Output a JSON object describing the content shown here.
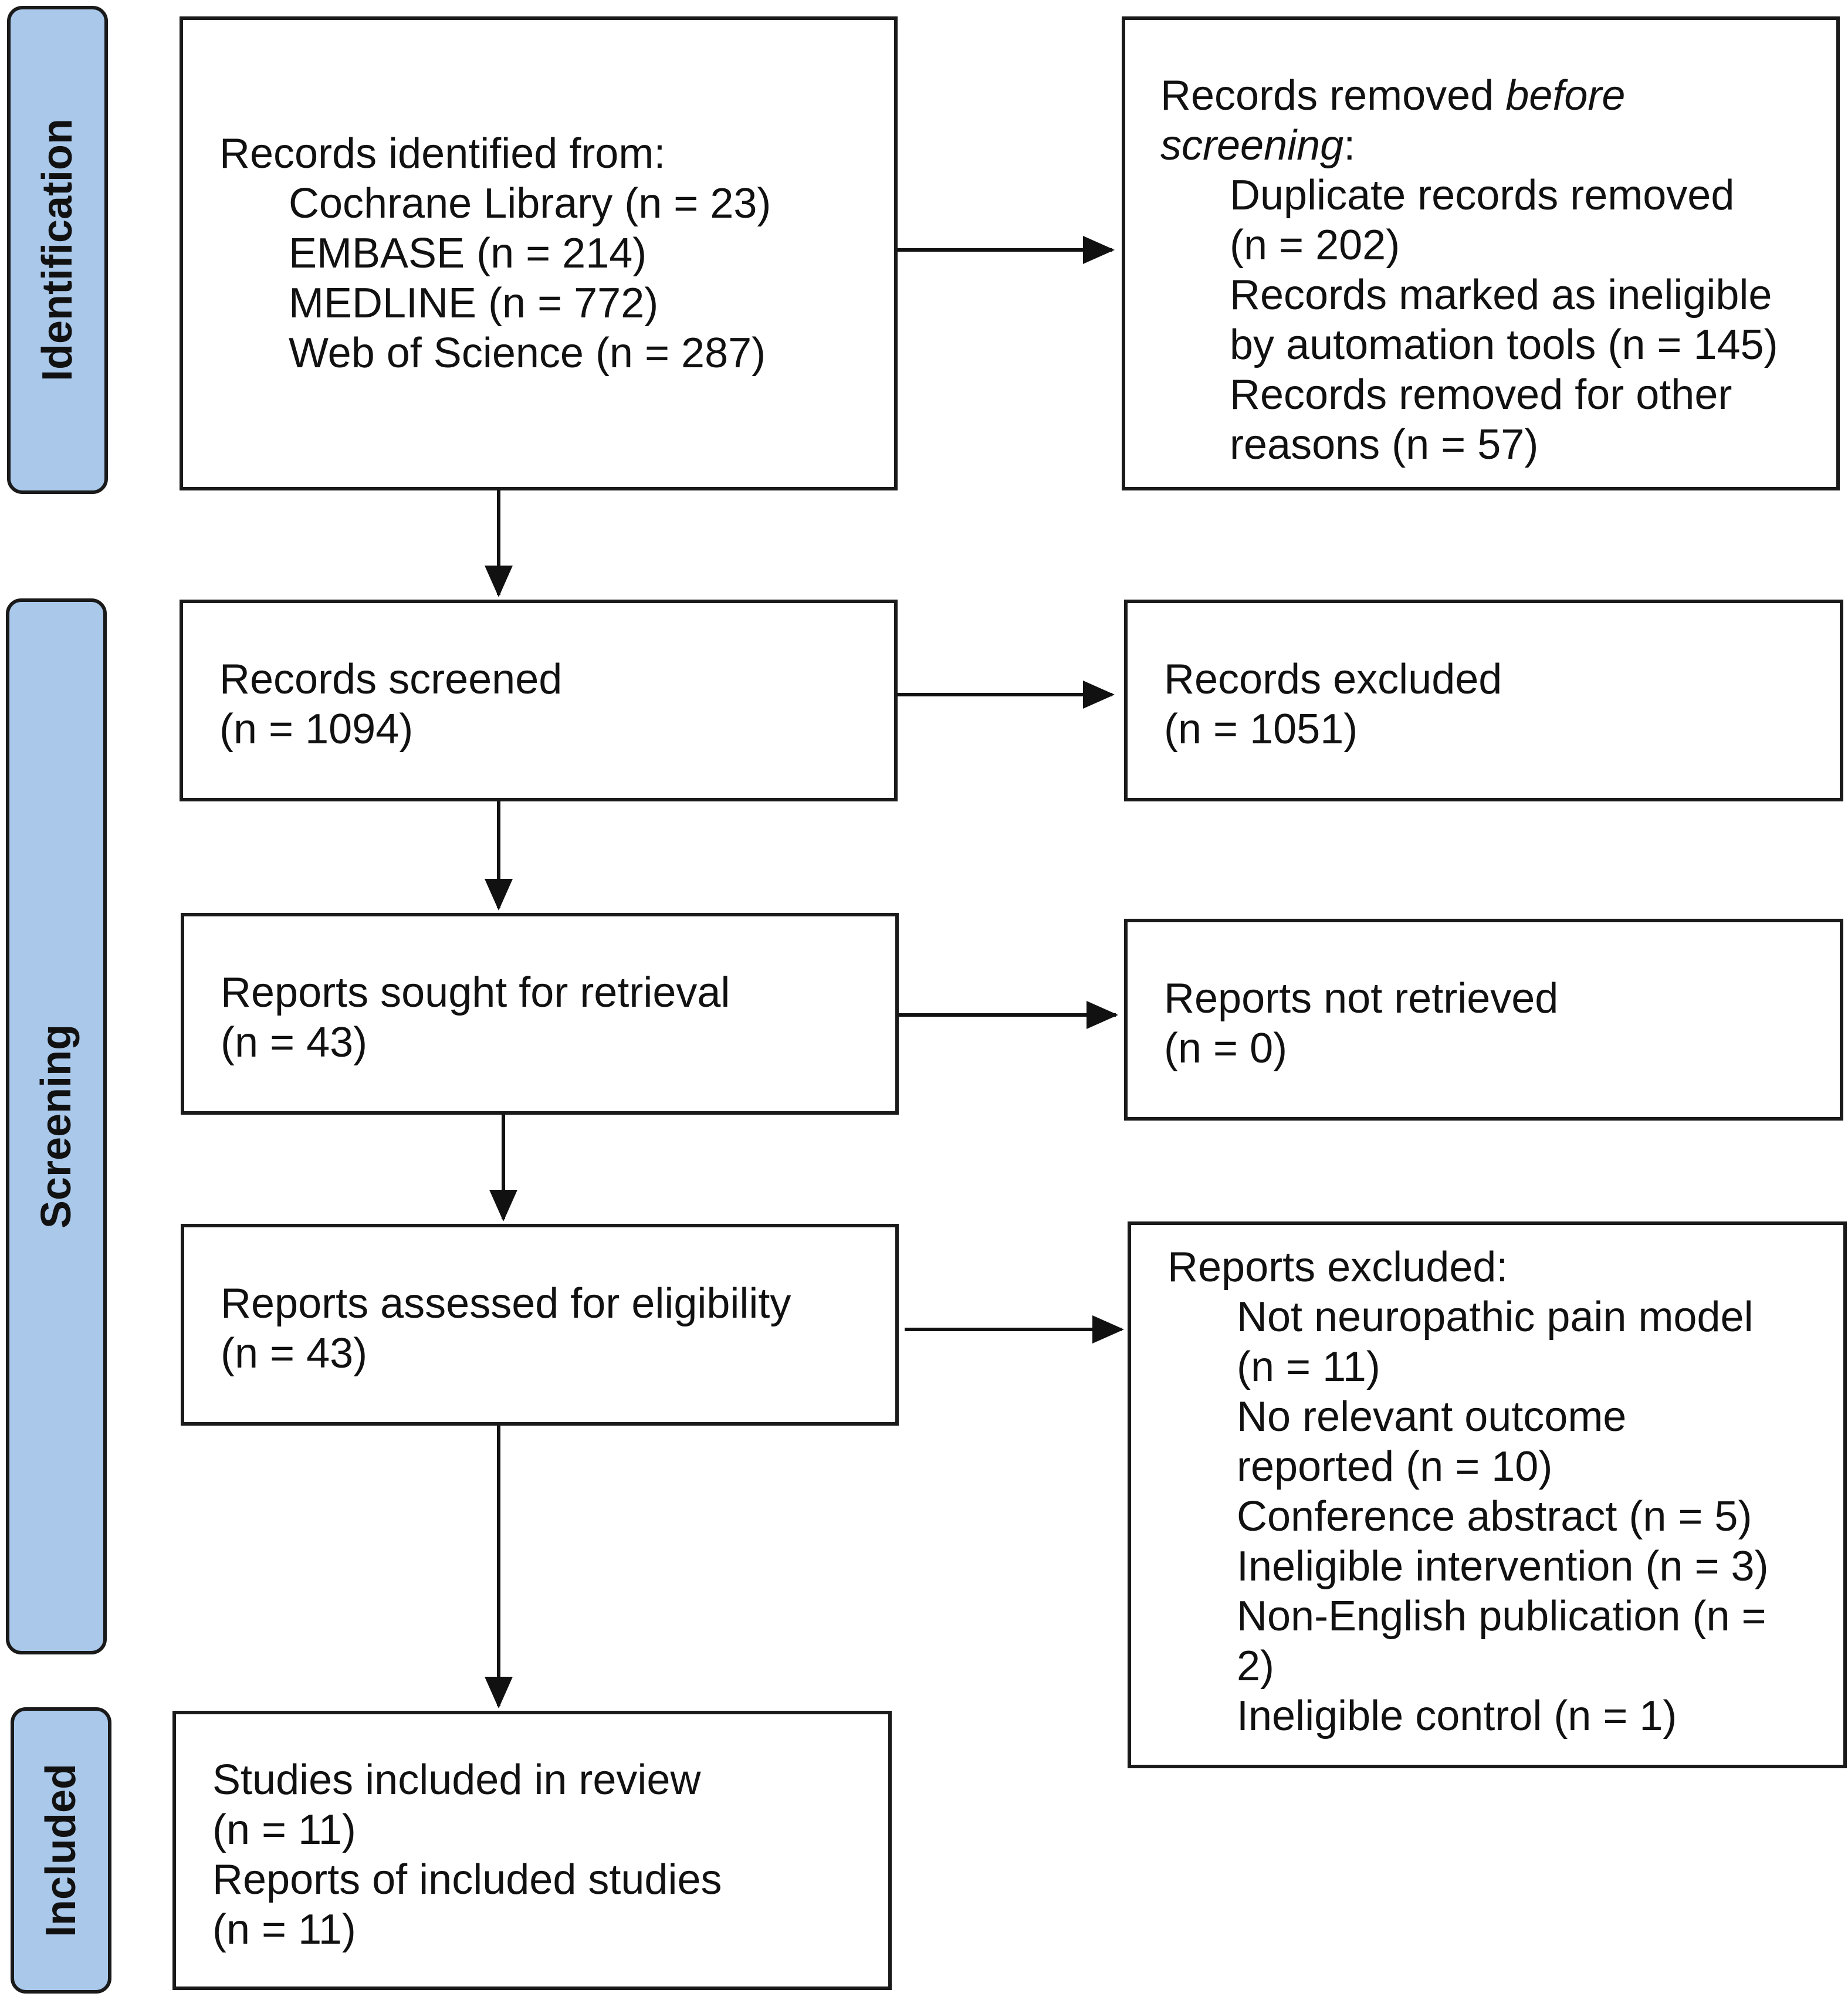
{
  "phases": {
    "identification": "Identification",
    "screening": "Screening",
    "included": "Included"
  },
  "identified": {
    "heading": "Records identified from:",
    "sources": [
      "Cochrane Library (n = 23)",
      "EMBASE (n = 214)",
      "MEDLINE (n = 772)",
      "Web of Science (n = 287)"
    ]
  },
  "removed_before": {
    "heading_prefix": "Records removed ",
    "heading_italic_1": "before",
    "heading_italic_2": "screening",
    "heading_suffix": ":",
    "lines": [
      "Duplicate records removed",
      "(n = 202)",
      "Records marked as ineligible",
      "by automation tools (n = 145)",
      "Records removed for other",
      "reasons (n = 57)"
    ]
  },
  "screened": {
    "label": "Records screened",
    "count": "(n = 1094)"
  },
  "excluded": {
    "label": "Records excluded",
    "count": "(n = 1051)"
  },
  "sought": {
    "label": "Reports sought for retrieval",
    "count": "(n = 43)"
  },
  "not_retrieved": {
    "label": "Reports not retrieved",
    "count": "(n = 0)"
  },
  "assessed": {
    "label": "Reports assessed for eligibility",
    "count": "(n = 43)"
  },
  "reports_excluded": {
    "heading": "Reports excluded:",
    "lines": [
      "Not neuropathic pain model",
      "(n = 11)",
      "No relevant outcome",
      "reported (n = 10)",
      "Conference abstract (n = 5)",
      "Ineligible intervention (n = 3)",
      "Non-English publication (n =",
      "2)",
      "Ineligible control (n = 1)"
    ]
  },
  "included": {
    "studies_label": "Studies included in review",
    "studies_count": "(n = 11)",
    "reports_label": "Reports of included studies",
    "reports_count": "(n = 11)"
  }
}
